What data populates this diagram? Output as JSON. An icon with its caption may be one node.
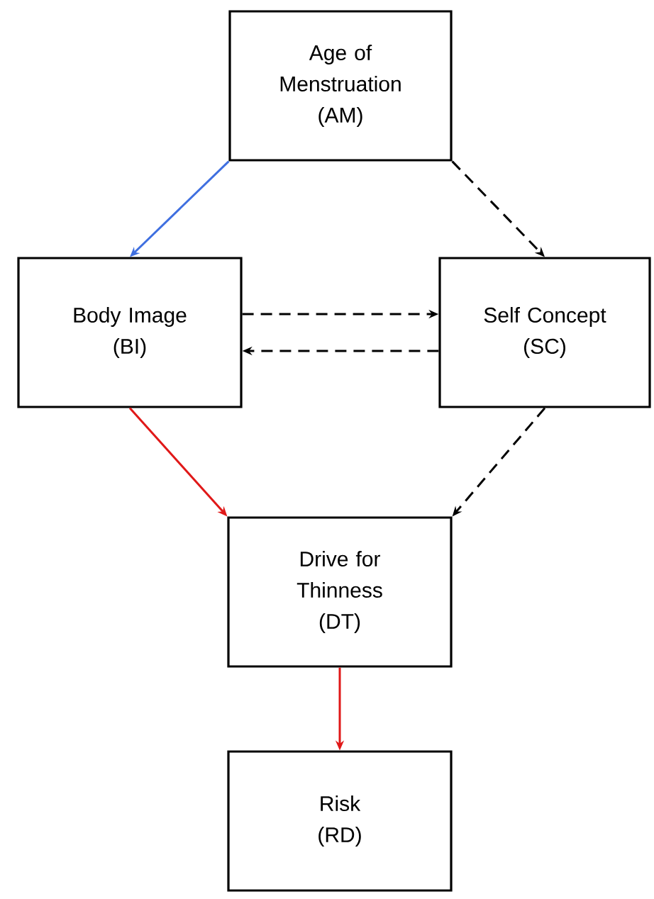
{
  "diagram": {
    "nodes": [
      {
        "text": [
          "Age of Menstruation",
          "(AM)"
        ]
      },
      {
        "text": [
          "Body Image",
          "(BI)"
        ]
      },
      {
        "text": [
          "Self Concept",
          "(SC)"
        ]
      },
      {
        "text": [
          "Drive for Thinness",
          "(DT)"
        ]
      },
      {
        "text": [
          "Risk",
          "(RD)"
        ]
      }
    ],
    "edges": [
      {
        "from": 0,
        "to": 1,
        "arrow": "to",
        "color": "#3f6fe0"
      },
      {
        "from": 0,
        "to": 2,
        "arrow": "to",
        "style": "dashed"
      },
      {
        "from": 1,
        "to": 2,
        "arrow": "to",
        "style": "dashed"
      },
      {
        "from": 2,
        "to": 1,
        "arrow": "to",
        "style": "dashed"
      },
      {
        "from": 1,
        "to": 3,
        "arrow": "to",
        "color": "#e01818"
      },
      {
        "from": 2,
        "to": 3,
        "arrow": "to",
        "style": "dashed"
      },
      {
        "from": 3,
        "to": 4,
        "arrow": "to",
        "color": "#e01818"
      }
    ]
  }
}
